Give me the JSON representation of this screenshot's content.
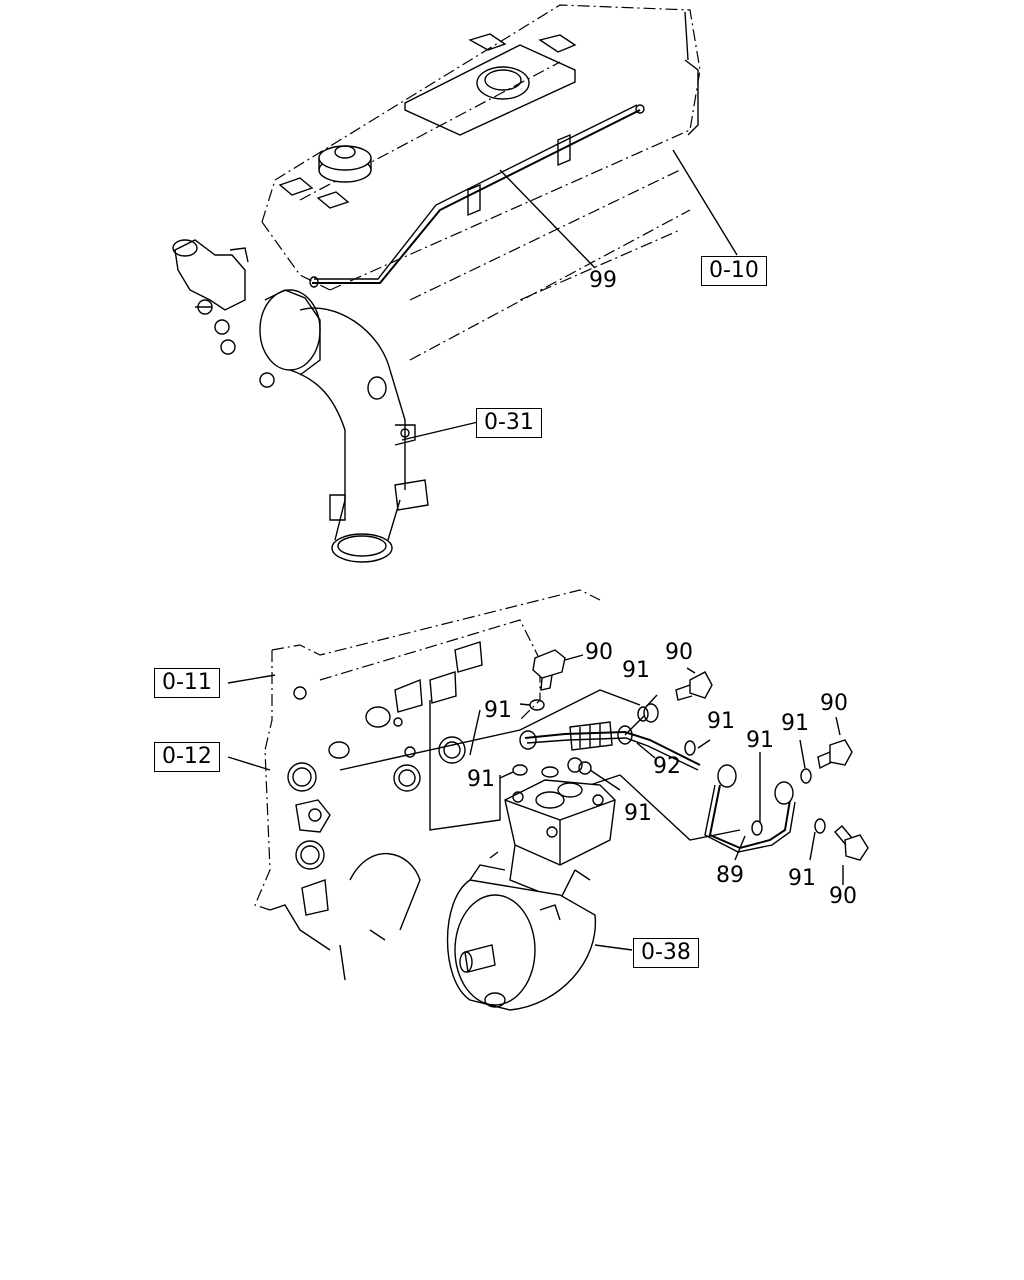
{
  "refs": {
    "r0_10": "0-10",
    "r0_31": "0-31",
    "r0_11": "0-11",
    "r0_12": "0-12",
    "r0_38": "0-38"
  },
  "parts": {
    "p99": "99",
    "p90": "90",
    "p91": "91",
    "p92": "92",
    "p89": "89"
  }
}
